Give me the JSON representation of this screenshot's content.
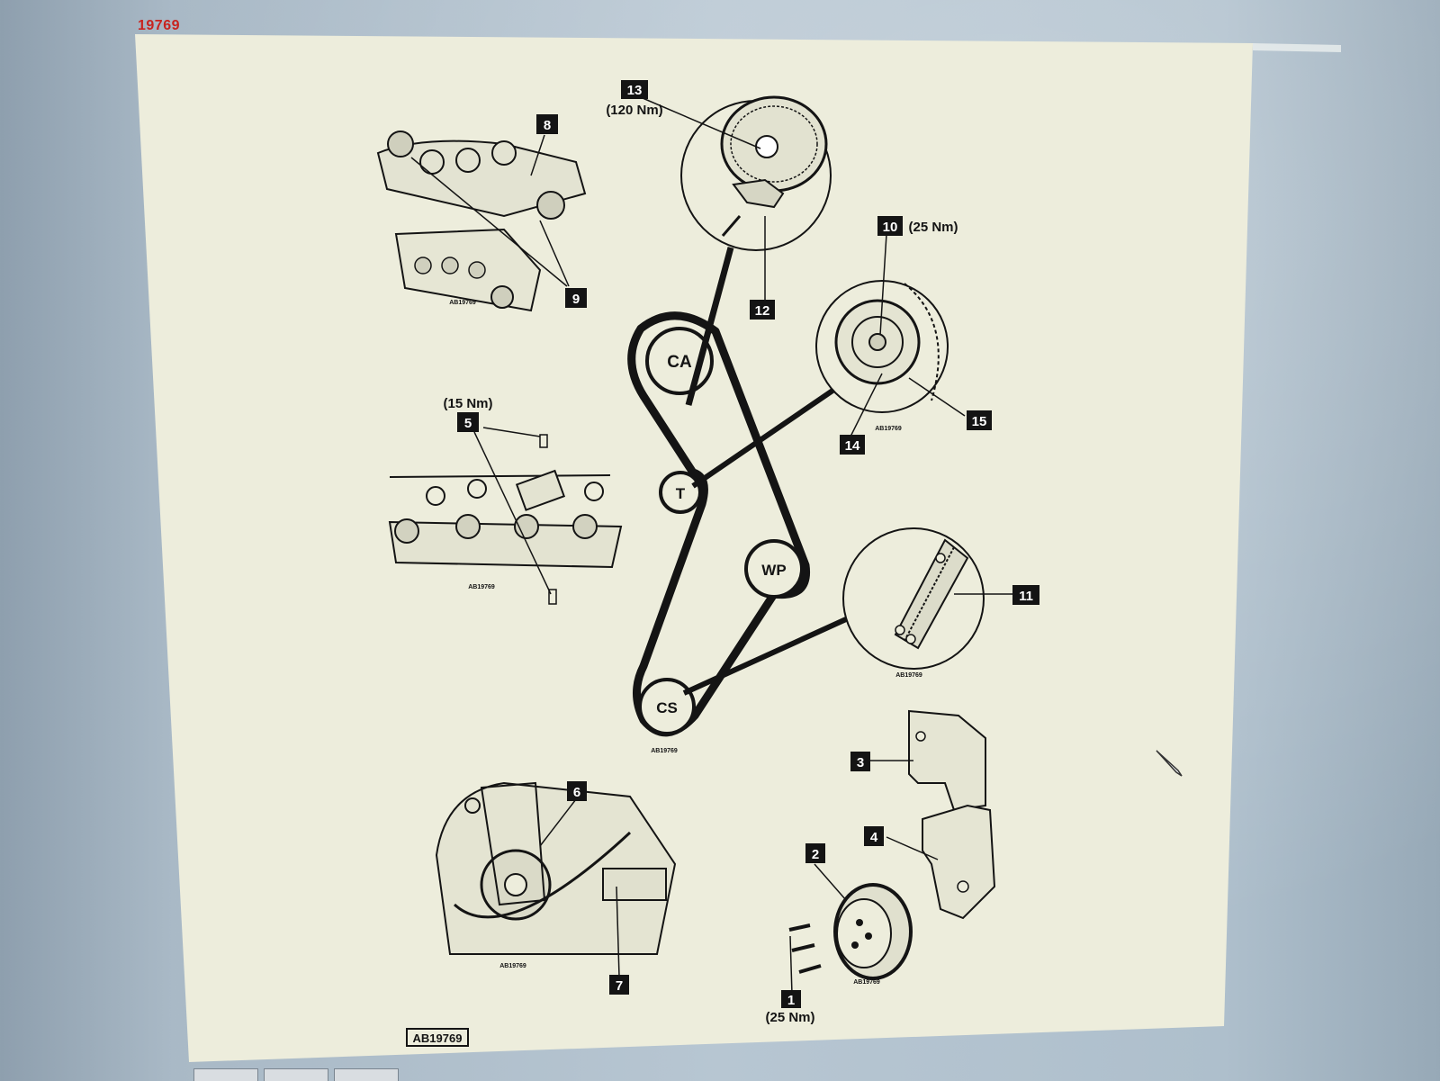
{
  "document": {
    "id_label": "19769",
    "figure_ref": "AB19769"
  },
  "pulleys": {
    "camshaft": "CA",
    "tensioner": "T",
    "water_pump": "WP",
    "crankshaft": "CS"
  },
  "callouts": {
    "c1": "1",
    "c1_torque": "(25 Nm)",
    "c2": "2",
    "c3": "3",
    "c4": "4",
    "c5": "5",
    "c5_torque": "(15 Nm)",
    "c6": "6",
    "c7": "7",
    "c8": "8",
    "c9": "9",
    "c10": "10",
    "c10_torque": "(25 Nm)",
    "c11": "11",
    "c12": "12",
    "c13": "13",
    "c13_torque": "(120 Nm)",
    "c14": "14",
    "c15": "15"
  },
  "detail_refs": {
    "camshafts": "AB19769",
    "injectors": "AB19769",
    "belt": "AB19769",
    "tensioner": "AB19769",
    "belt_detail": "AB19769",
    "crank_area": "AB19769",
    "crank_pulley": "AB19769"
  },
  "colors": {
    "paper": "#ededdc",
    "ink": "#141414",
    "id_red": "#c8241f"
  }
}
